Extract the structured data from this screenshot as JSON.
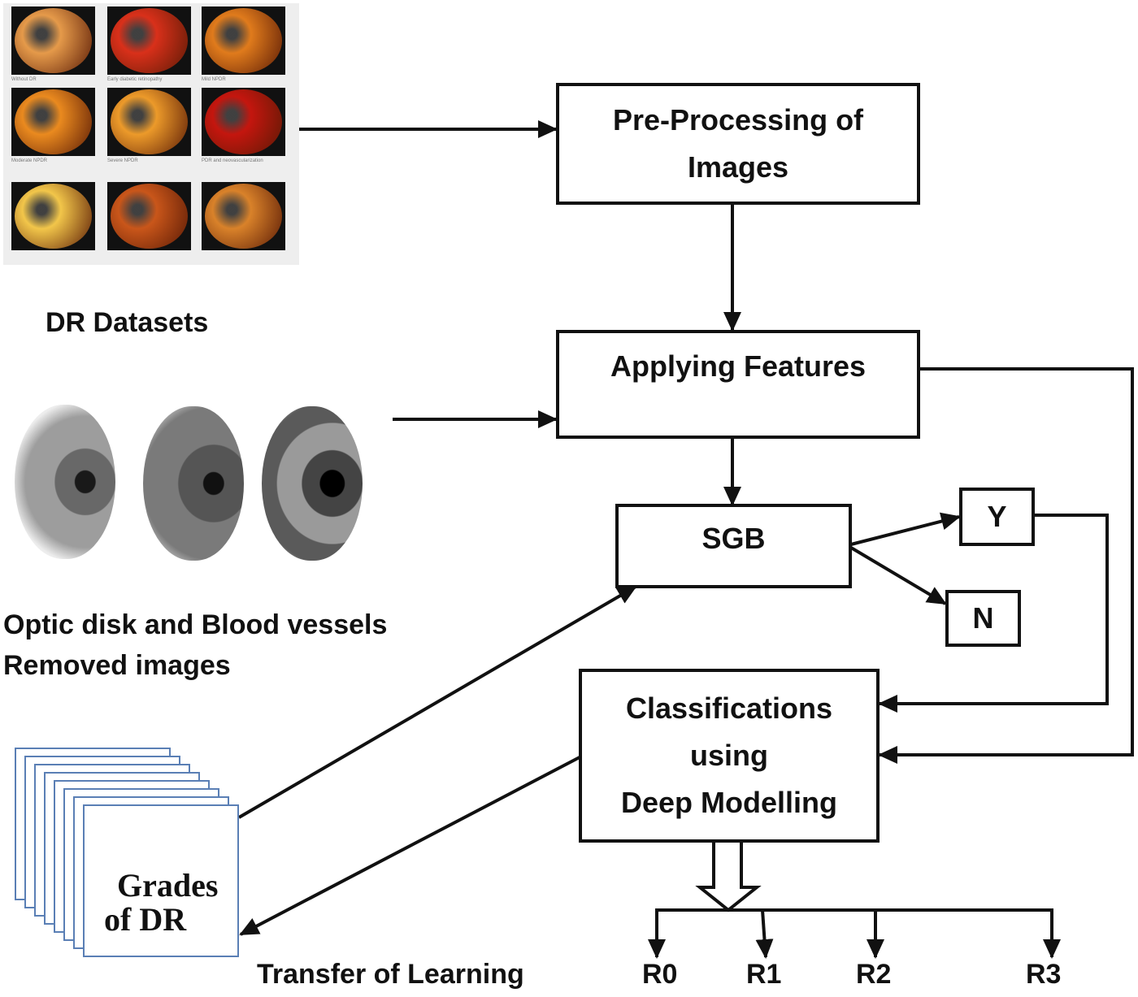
{
  "title": "",
  "nodes": {
    "preprocessing": {
      "line1": "Pre-Processing of",
      "line2": "Images"
    },
    "applying_features": {
      "label": "Applying Features"
    },
    "sgb": {
      "label": "SGB"
    },
    "yes": {
      "label": "Y"
    },
    "no": {
      "label": "N"
    },
    "classification": {
      "line1": "Classifications",
      "line2": "using",
      "line3": "Deep Modelling"
    }
  },
  "labels": {
    "dr_datasets": "DR Datasets",
    "optic_line1": "Optic disk and Blood vessels",
    "optic_line2": "Removed images",
    "grades_line1": "Grades",
    "grades_line2": "of DR",
    "transfer": "Transfer of Learning"
  },
  "outputs": [
    "R0",
    "R1",
    "R2",
    "R3"
  ],
  "dataset_thumbnails": [
    {
      "caption": "Without DR",
      "color": "#e59a4a"
    },
    {
      "caption": "Early diabetic retinopathy",
      "color": "#d9301a"
    },
    {
      "caption": "Mild NPDR",
      "color": "#e07b1c"
    },
    {
      "caption": "Moderate NPDR",
      "color": "#ea8a1f"
    },
    {
      "caption": "Severe NPDR",
      "color": "#ec9a2a"
    },
    {
      "caption": "PDR and neovascularization",
      "color": "#c4160e"
    },
    {
      "caption": "",
      "color": "#f2c64a"
    },
    {
      "caption": "",
      "color": "#c9561a"
    },
    {
      "caption": "",
      "color": "#d9822a"
    }
  ],
  "colors": {
    "line": "#111111",
    "sheet_border": "#5a7fb5"
  }
}
